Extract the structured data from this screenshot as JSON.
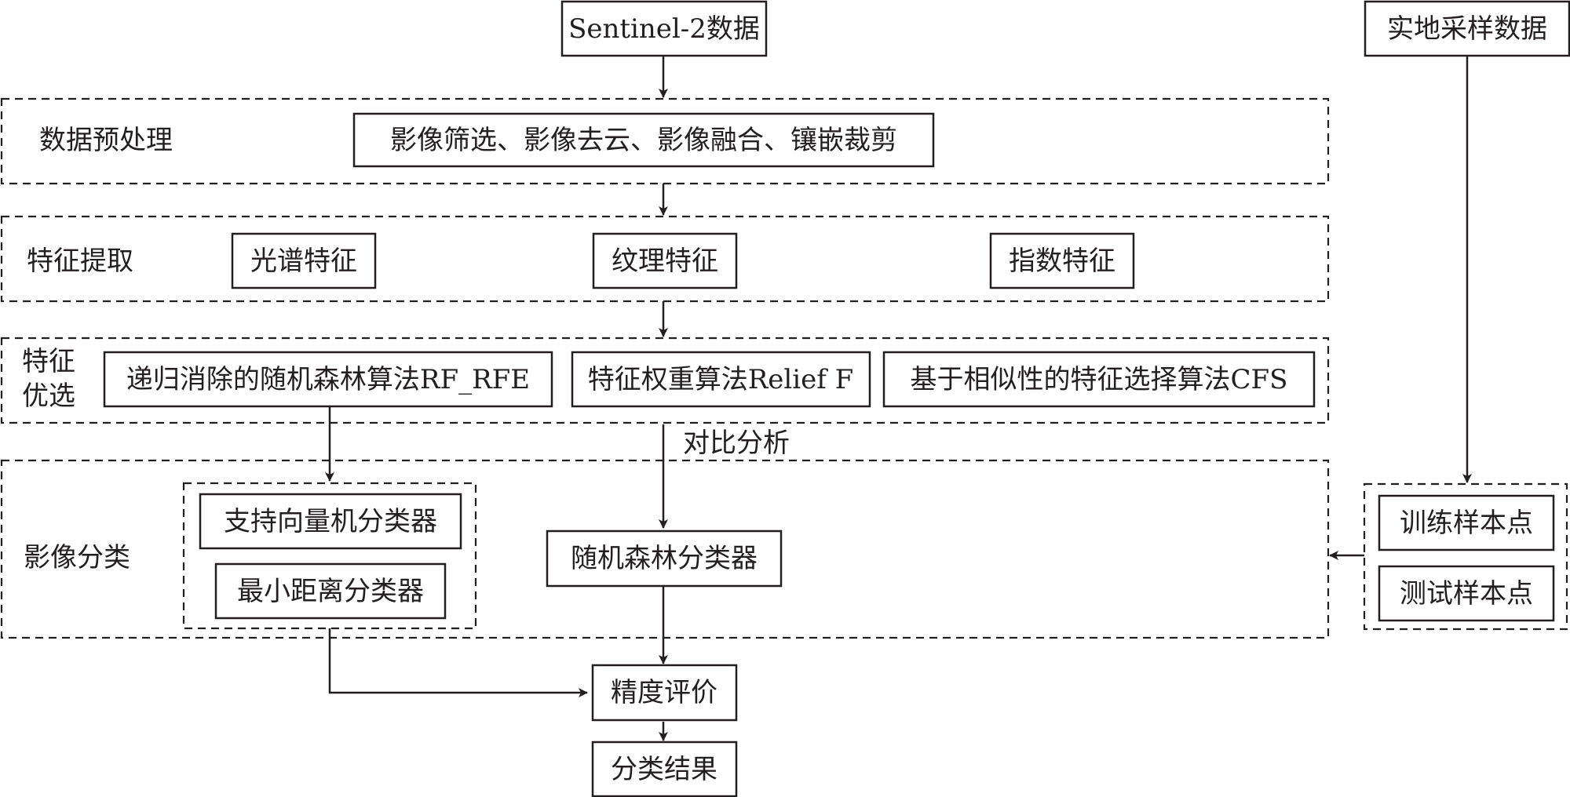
{
  "nodes": {
    "sentinel": "Sentinel-2数据",
    "field_sampling": "实地采样数据",
    "preprocess_steps": "影像筛选、影像去云、影像融合、镶嵌裁剪",
    "spectral": "光谱特征",
    "texture": "纹理特征",
    "index": "指数特征",
    "rf_rfe": "递归消除的随机森林算法RF_RFE",
    "relieff": "特征权重算法Relief F",
    "cfs": "基于相似性的特征选择算法CFS",
    "svm": "支持向量机分类器",
    "min_dist": "最小距离分类器",
    "rf_classifier": "随机森林分类器",
    "train_points": "训练样本点",
    "test_points": "测试样本点",
    "accuracy": "精度评价",
    "result": "分类结果"
  },
  "groups": {
    "preprocess": "数据预处理",
    "feature_extract": "特征提取",
    "feature_select_1": "特征",
    "feature_select_2": "优选",
    "classification": "影像分类"
  },
  "annotations": {
    "compare": "对比分析"
  }
}
